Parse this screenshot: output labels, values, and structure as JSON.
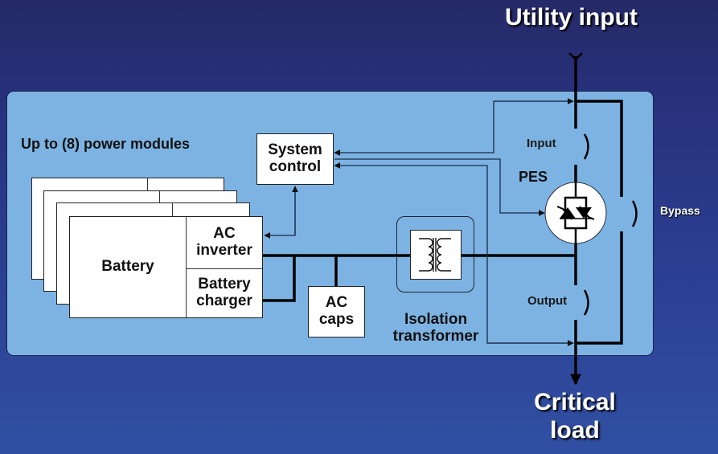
{
  "diagram": {
    "title_top": "Utility input",
    "title_bottom_line1": "Critical",
    "title_bottom_line2": "load",
    "modules_label": "Up to (8) power modules",
    "system_control_line1": "System",
    "system_control_line2": "control",
    "battery_label": "Battery",
    "ac_inverter_line1": "AC",
    "ac_inverter_line2": "inverter",
    "battery_charger_line1": "Battery",
    "battery_charger_line2": "charger",
    "ac_caps_line1": "AC",
    "ac_caps_line2": "caps",
    "isolation_line1": "Isolation",
    "isolation_line2": "transformer",
    "input_breaker_label": "Input",
    "output_breaker_label": "Output",
    "pes_label": "PES",
    "bypass_label": "Bypass",
    "module_stack_count": 4,
    "icons": {
      "transformer": "transformer-icon",
      "static_switch": "thyristor-switch-icon",
      "breaker": "breaker-icon"
    },
    "colors": {
      "background_top": "#252a66",
      "background_bottom": "#3150a3",
      "panel": "#7db3e2",
      "box_fill": "#ffffff",
      "line": "#000000",
      "title_text": "#ffffff"
    }
  }
}
